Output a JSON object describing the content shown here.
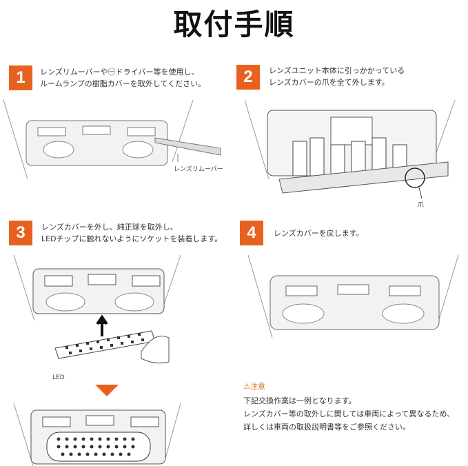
{
  "title": "取付手順",
  "steps": [
    {
      "number": "1",
      "lines": [
        "レンズリムーバーや㊀ドライバー等を使用し、",
        "ルームランプの樹脂カバーを取外してください。"
      ],
      "label": "レンズリムーバー"
    },
    {
      "number": "2",
      "lines": [
        "レンズユニット本体に引っかかっている",
        "レンズカバーの爪を全て外します。"
      ],
      "label": "爪"
    },
    {
      "number": "3",
      "lines": [
        "レンズカバーを外し、純正球を取外し、",
        "LEDチップに触れないようにソケットを装着します。"
      ],
      "label": "LED"
    },
    {
      "number": "4",
      "lines": [
        "レンズカバーを戻します。"
      ]
    }
  ],
  "caution": {
    "heading": "注意",
    "lines": [
      "下記交換作業は一例となります。",
      "レンズカバー等の取外しに関しては車両によって異なるため、",
      "詳しくは車両の取扱説明書等をご参照ください。"
    ]
  },
  "colors": {
    "accent": "#e8621f",
    "caution": "#d0771e"
  }
}
